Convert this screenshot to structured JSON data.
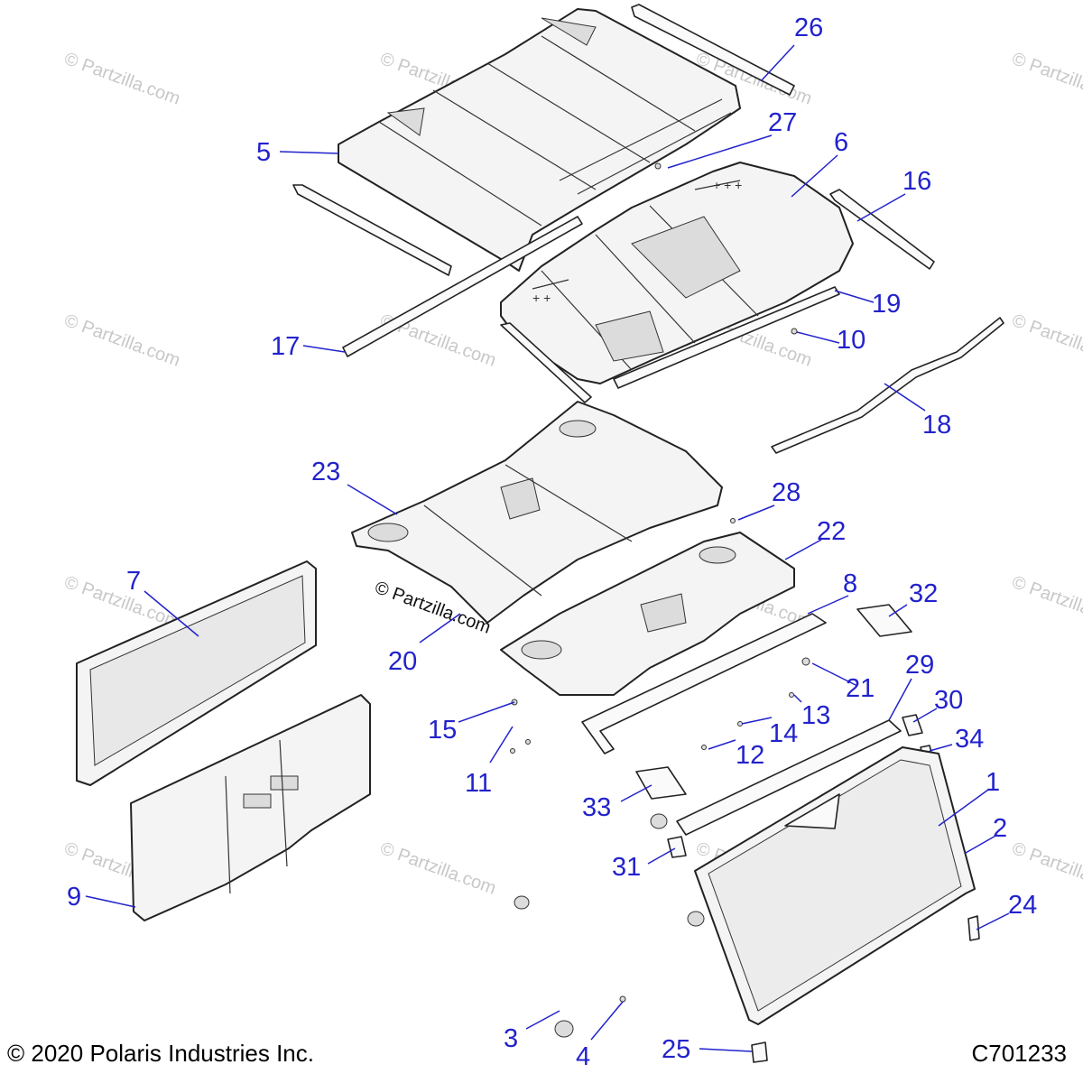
{
  "watermark": "© Partzilla.com",
  "footer": {
    "copyright": "© 2020 Polaris Industries Inc.",
    "figure_id": "C701233"
  },
  "callouts": [
    "1",
    "2",
    "3",
    "4",
    "5",
    "6",
    "7",
    "8",
    "9",
    "10",
    "11",
    "12",
    "13",
    "14",
    "15",
    "16",
    "17",
    "18",
    "19",
    "20",
    "21",
    "22",
    "23",
    "24",
    "25",
    "26",
    "27",
    "28",
    "29",
    "30",
    "31",
    "32",
    "33",
    "34"
  ],
  "colors": {
    "callout": "#2222cc",
    "line": "#222222",
    "watermark": "#c8c8c8"
  }
}
